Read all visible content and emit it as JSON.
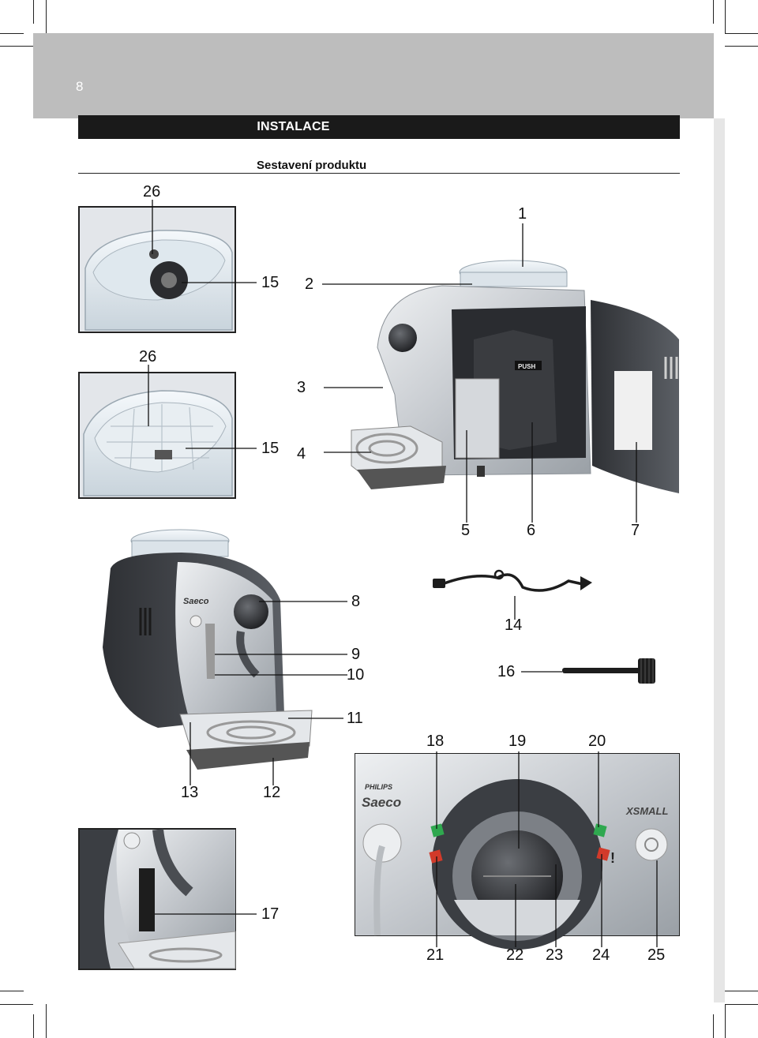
{
  "page": {
    "number": "8",
    "section_title": "INSTALACE",
    "subtitle": "Sestavení produktu"
  },
  "labels": {
    "n1": "1",
    "n2": "2",
    "n3": "3",
    "n4": "4",
    "n5": "5",
    "n6": "6",
    "n7": "7",
    "n8": "8",
    "n9": "9",
    "n10": "10",
    "n11": "11",
    "n12": "12",
    "n13": "13",
    "n14": "14",
    "n15a": "15",
    "n15b": "15",
    "n16": "16",
    "n17": "17",
    "n18": "18",
    "n19": "19",
    "n20": "20",
    "n21": "21",
    "n22": "22",
    "n23": "23",
    "n24": "24",
    "n25": "25",
    "n26a": "26",
    "n26b": "26"
  },
  "printed_marks": {
    "machine_door_button": "PUSH",
    "panel_brand_top": "PHILIPS",
    "panel_brand": "Saeco",
    "panel_model": "XSMALL",
    "panel_warning": "!",
    "front_brand": "Saeco"
  },
  "colors": {
    "band_gray": "#bdbdbd",
    "title_bar": "#1a1a1a",
    "indicator_green": "#2fa84f",
    "indicator_red": "#d23a2a",
    "machine_silver": "#c9cdd2",
    "machine_dark": "#4a4d52"
  }
}
